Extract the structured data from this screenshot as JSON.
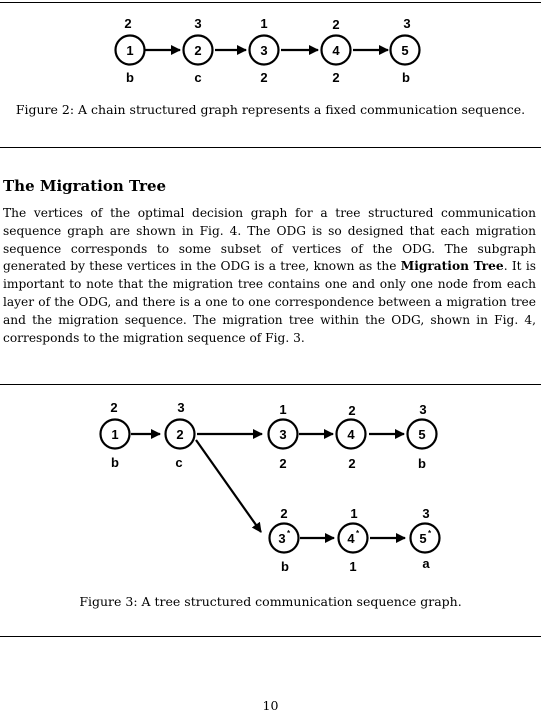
{
  "figure2": {
    "caption": "Figure 2: A chain structured graph represents a fixed communication sequence.",
    "nodes": [
      {
        "label": "1",
        "above": "2",
        "below": "b"
      },
      {
        "label": "2",
        "above": "3",
        "below": "c"
      },
      {
        "label": "3",
        "above": "1",
        "below": "2"
      },
      {
        "label": "4",
        "above": "2",
        "below": "2"
      },
      {
        "label": "5",
        "above": "3",
        "below": "b"
      }
    ]
  },
  "section": {
    "title": "The Migration Tree",
    "paragraph_before": "The vertices of the optimal decision graph for a tree structured communication sequence graph are shown in Fig. 4. The ODG is so designed that each migration sequence corresponds to some subset of vertices of the ODG. The subgraph generated by these vertices in the ODG is a tree, known as the ",
    "paragraph_bold": "Migration Tree",
    "paragraph_after": ". It is important to note that the migration tree contains one and only one node from each layer of the ODG, and there is a one to one correspondence between a migration tree and the migration sequence. The migration tree within the ODG, shown in Fig. 4, corresponds to the migration sequence of Fig. 3."
  },
  "figure3": {
    "caption": "Figure 3: A tree structured communication sequence graph.",
    "nodes": [
      {
        "label": "1",
        "sup": "",
        "above": "2",
        "below": "b"
      },
      {
        "label": "2",
        "sup": "",
        "above": "3",
        "below": "c"
      },
      {
        "label": "3",
        "sup": "",
        "above": "1",
        "below": "2"
      },
      {
        "label": "4",
        "sup": "",
        "above": "2",
        "below": "2"
      },
      {
        "label": "5",
        "sup": "",
        "above": "3",
        "below": "b"
      },
      {
        "label": "3",
        "sup": "*",
        "above": "2",
        "below": "b"
      },
      {
        "label": "4",
        "sup": "*",
        "above": "1",
        "below": "1"
      },
      {
        "label": "5",
        "sup": "*",
        "above": "3",
        "below": "a"
      }
    ]
  },
  "page_number": "10"
}
